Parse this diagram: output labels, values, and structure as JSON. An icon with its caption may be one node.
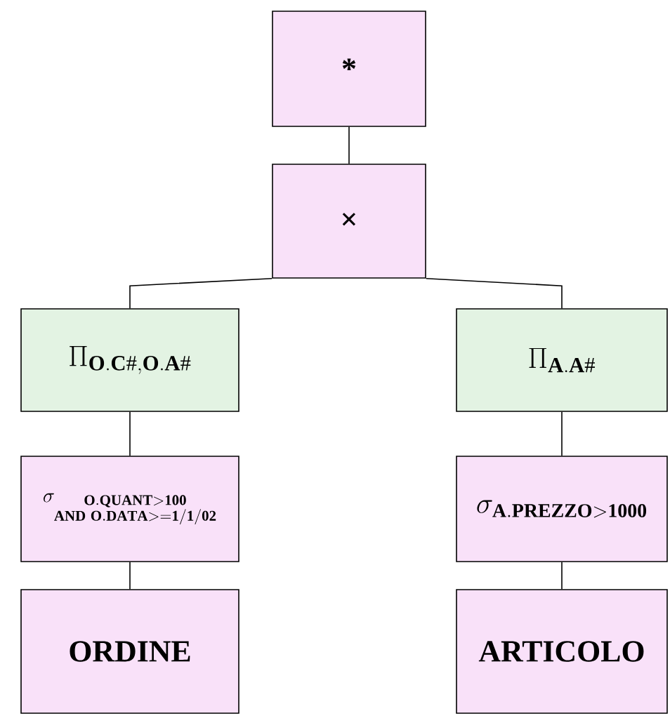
{
  "diagram": {
    "nodes": [
      {
        "text": [
          "*"
        ]
      },
      {
        "text": [
          "×"
        ]
      },
      {
        "text": [
          "\\Pi_{\\mathbf{O.C\\#,O.A\\#}}"
        ]
      },
      {
        "text": [
          "\\Pi_{\\mathbf{A.A\\#}}"
        ]
      },
      {
        "text": [
          "\\sigma_{\\substack{\\mathbf{O.QUANT>100}\\\\ \\mathbf{AND\\ O.DATA>=1/1/02}}}"
        ]
      },
      {
        "text": [
          "\\sigma_{\\mathbf{A.PREZZO>1000}}"
        ]
      },
      {
        "text": [
          "ORDINE"
        ]
      },
      {
        "text": [
          "ARTICOLO"
        ]
      }
    ],
    "edges": [
      {
        "from": 1,
        "to": 0,
        "arrow": "none"
      },
      {
        "from": 2,
        "to": 1,
        "arrow": "none"
      },
      {
        "from": 3,
        "to": 1,
        "arrow": "none"
      },
      {
        "from": 4,
        "to": 2,
        "arrow": "none"
      },
      {
        "from": 5,
        "to": 3,
        "arrow": "none"
      },
      {
        "from": 6,
        "to": 4,
        "arrow": "none"
      },
      {
        "from": 7,
        "to": 5,
        "arrow": "none"
      }
    ]
  }
}
